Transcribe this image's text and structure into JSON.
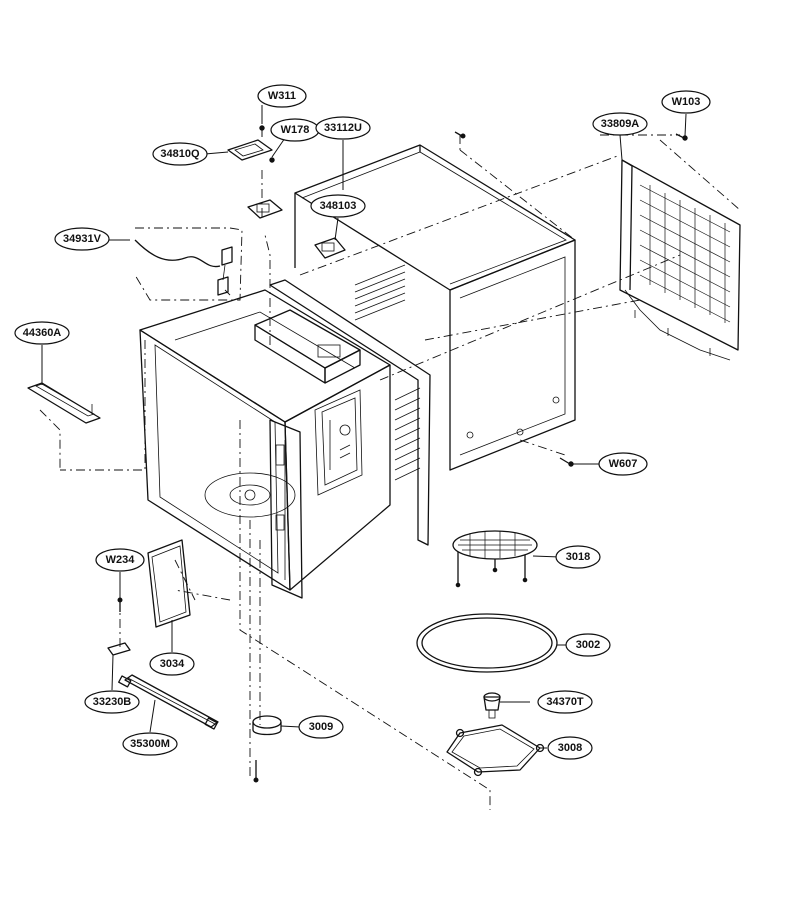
{
  "callouts": [
    {
      "id": "w311",
      "label": "W311"
    },
    {
      "id": "w178",
      "label": "W178"
    },
    {
      "id": "c33112u",
      "label": "33112U"
    },
    {
      "id": "c34810q",
      "label": "34810Q"
    },
    {
      "id": "c348103",
      "label": "348103"
    },
    {
      "id": "c34931v",
      "label": "34931V"
    },
    {
      "id": "c44360a",
      "label": "44360A"
    },
    {
      "id": "w103",
      "label": "W103"
    },
    {
      "id": "c33809a",
      "label": "33809A"
    },
    {
      "id": "w607",
      "label": "W607"
    },
    {
      "id": "c3018",
      "label": "3018"
    },
    {
      "id": "c3002",
      "label": "3002"
    },
    {
      "id": "c34370t",
      "label": "34370T"
    },
    {
      "id": "c3008",
      "label": "3008"
    },
    {
      "id": "w234",
      "label": "W234"
    },
    {
      "id": "c3034",
      "label": "3034"
    },
    {
      "id": "c33230b",
      "label": "33230B"
    },
    {
      "id": "c35300m",
      "label": "35300M"
    },
    {
      "id": "c3009",
      "label": "3009"
    }
  ]
}
